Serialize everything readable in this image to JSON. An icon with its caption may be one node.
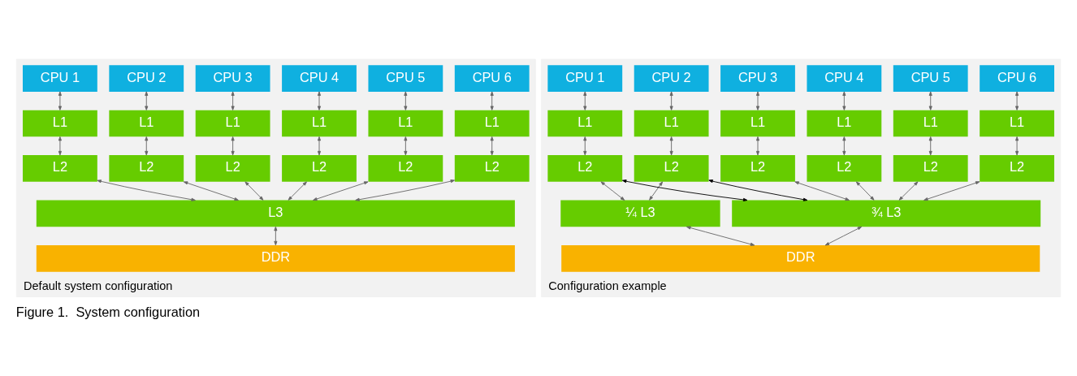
{
  "diagram": {
    "caption": "Figure 1.  System configuration",
    "nodes": [
      {
        "text": [
          "Default system configuration"
        ]
      },
      {
        "text": [
          "CPU 1"
        ],
        "in": 0
      },
      {
        "text": [
          "CPU 2"
        ],
        "in": 0
      },
      {
        "text": [
          "CPU 3"
        ],
        "in": 0
      },
      {
        "text": [
          "CPU 4"
        ],
        "in": 0
      },
      {
        "text": [
          "CPU 5"
        ],
        "in": 0
      },
      {
        "text": [
          "CPU 6"
        ],
        "in": 0
      },
      {
        "text": [
          "L1"
        ],
        "in": 0
      },
      {
        "text": [
          "L1"
        ],
        "in": 0
      },
      {
        "text": [
          "L1"
        ],
        "in": 0
      },
      {
        "text": [
          "L1"
        ],
        "in": 0
      },
      {
        "text": [
          "L1"
        ],
        "in": 0
      },
      {
        "text": [
          "L1"
        ],
        "in": 0
      },
      {
        "text": [
          "L2"
        ],
        "in": 0
      },
      {
        "text": [
          "L2"
        ],
        "in": 0
      },
      {
        "text": [
          "L2"
        ],
        "in": 0
      },
      {
        "text": [
          "L2"
        ],
        "in": 0
      },
      {
        "text": [
          "L2"
        ],
        "in": 0
      },
      {
        "text": [
          "L2"
        ],
        "in": 0
      },
      {
        "text": [
          "L3"
        ],
        "in": 0
      },
      {
        "text": [
          "DDR"
        ],
        "in": 0
      },
      {
        "text": [
          "Configuration example"
        ]
      },
      {
        "text": [
          "CPU 1"
        ],
        "in": 21
      },
      {
        "text": [
          "CPU 2"
        ],
        "in": 21
      },
      {
        "text": [
          "CPU 3"
        ],
        "in": 21
      },
      {
        "text": [
          "CPU 4"
        ],
        "in": 21
      },
      {
        "text": [
          "CPU 5"
        ],
        "in": 21
      },
      {
        "text": [
          "CPU 6"
        ],
        "in": 21
      },
      {
        "text": [
          "L1"
        ],
        "in": 21
      },
      {
        "text": [
          "L1"
        ],
        "in": 21
      },
      {
        "text": [
          "L1"
        ],
        "in": 21
      },
      {
        "text": [
          "L1"
        ],
        "in": 21
      },
      {
        "text": [
          "L1"
        ],
        "in": 21
      },
      {
        "text": [
          "L1"
        ],
        "in": 21
      },
      {
        "text": [
          "L2"
        ],
        "in": 21
      },
      {
        "text": [
          "L2"
        ],
        "in": 21
      },
      {
        "text": [
          "L2"
        ],
        "in": 21
      },
      {
        "text": [
          "L2"
        ],
        "in": 21
      },
      {
        "text": [
          "L2"
        ],
        "in": 21
      },
      {
        "text": [
          "L2"
        ],
        "in": 21
      },
      {
        "text": [
          "¼ L3"
        ],
        "in": 21
      },
      {
        "text": [
          "¾ L3"
        ],
        "in": 21
      },
      {
        "text": [
          "DDR"
        ],
        "in": 21
      }
    ],
    "edges": [
      {
        "from": 1,
        "to": 7,
        "arrow": "both"
      },
      {
        "from": 2,
        "to": 8,
        "arrow": "both"
      },
      {
        "from": 3,
        "to": 9,
        "arrow": "both"
      },
      {
        "from": 4,
        "to": 10,
        "arrow": "both"
      },
      {
        "from": 5,
        "to": 11,
        "arrow": "both"
      },
      {
        "from": 6,
        "to": 12,
        "arrow": "both"
      },
      {
        "from": 7,
        "to": 13,
        "arrow": "both"
      },
      {
        "from": 8,
        "to": 14,
        "arrow": "both"
      },
      {
        "from": 9,
        "to": 15,
        "arrow": "both"
      },
      {
        "from": 10,
        "to": 16,
        "arrow": "both"
      },
      {
        "from": 11,
        "to": 17,
        "arrow": "both"
      },
      {
        "from": 12,
        "to": 18,
        "arrow": "both"
      },
      {
        "from": 13,
        "to": 19,
        "arrow": "both"
      },
      {
        "from": 14,
        "to": 19,
        "arrow": "both"
      },
      {
        "from": 15,
        "to": 19,
        "arrow": "both"
      },
      {
        "from": 16,
        "to": 19,
        "arrow": "both"
      },
      {
        "from": 17,
        "to": 19,
        "arrow": "both"
      },
      {
        "from": 18,
        "to": 19,
        "arrow": "both"
      },
      {
        "from": 19,
        "to": 20,
        "arrow": "both"
      },
      {
        "from": 22,
        "to": 28,
        "arrow": "both"
      },
      {
        "from": 23,
        "to": 29,
        "arrow": "both"
      },
      {
        "from": 24,
        "to": 30,
        "arrow": "both"
      },
      {
        "from": 25,
        "to": 31,
        "arrow": "both"
      },
      {
        "from": 26,
        "to": 32,
        "arrow": "both"
      },
      {
        "from": 27,
        "to": 33,
        "arrow": "both"
      },
      {
        "from": 28,
        "to": 34,
        "arrow": "both"
      },
      {
        "from": 29,
        "to": 35,
        "arrow": "both"
      },
      {
        "from": 30,
        "to": 36,
        "arrow": "both"
      },
      {
        "from": 31,
        "to": 37,
        "arrow": "both"
      },
      {
        "from": 32,
        "to": 38,
        "arrow": "both"
      },
      {
        "from": 33,
        "to": 39,
        "arrow": "both"
      },
      {
        "from": 34,
        "to": 40,
        "arrow": "both"
      },
      {
        "from": 35,
        "to": 40,
        "arrow": "both"
      },
      {
        "from": 36,
        "to": 41,
        "arrow": "both"
      },
      {
        "from": 37,
        "to": 41,
        "arrow": "both"
      },
      {
        "from": 38,
        "to": 41,
        "arrow": "both"
      },
      {
        "from": 39,
        "to": 41,
        "arrow": "both"
      },
      {
        "from": 41,
        "to": 34,
        "arrow": "both",
        "color": "#000000"
      },
      {
        "from": 41,
        "to": 35,
        "arrow": "both",
        "color": "#000000"
      },
      {
        "from": 40,
        "to": 42,
        "arrow": "both"
      },
      {
        "from": 41,
        "to": 42,
        "arrow": "both"
      }
    ]
  }
}
